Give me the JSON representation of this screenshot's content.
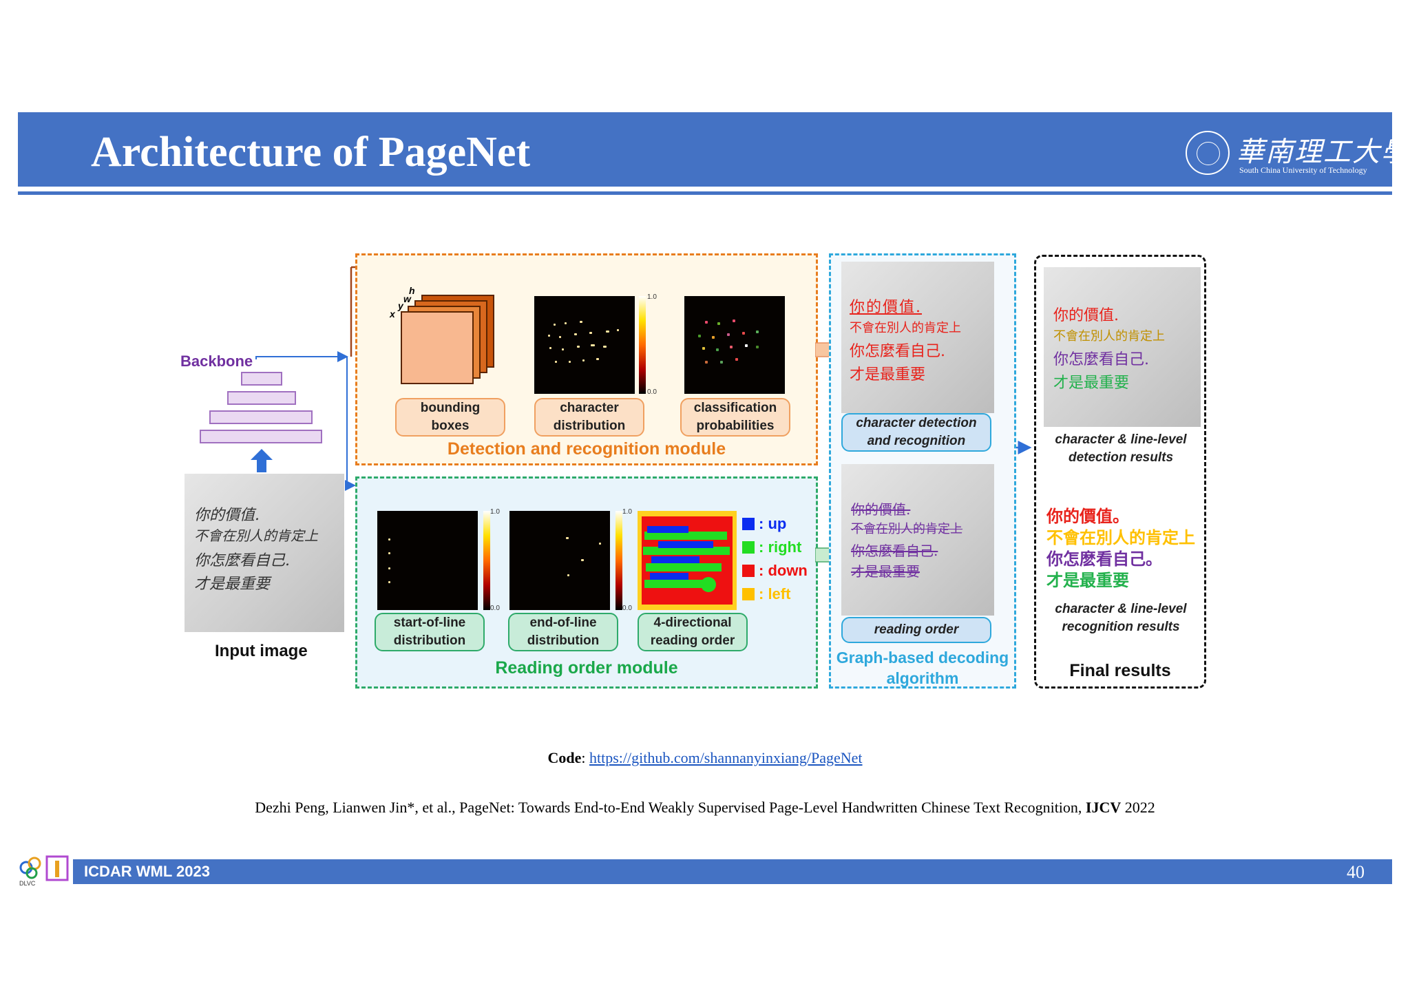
{
  "header": {
    "title": "Architecture of PageNet",
    "university_cn": "華南理工大學",
    "university_en": "South China University of Technology"
  },
  "diagram": {
    "backbone_label": "Backbone",
    "input_label": "Input image",
    "input_text_lines": [
      "你的價值.",
      "不會在別人的肯定上",
      "你怎麼看自己.",
      "才是最重要"
    ],
    "detection_module": {
      "label": "Detection and recognition module",
      "axes": [
        "h",
        "w",
        "y",
        "x"
      ],
      "captions": [
        [
          "bounding",
          "boxes"
        ],
        [
          "character",
          "distribution"
        ],
        [
          "classification",
          "probabilities"
        ]
      ],
      "colorbar": [
        "1.0",
        "0.0"
      ]
    },
    "reading_module": {
      "label": "Reading order module",
      "captions": [
        [
          "start-of-line",
          "distribution"
        ],
        [
          "end-of-line",
          "distribution"
        ],
        [
          "4-directional",
          "reading order"
        ]
      ],
      "colorbar": [
        "1.0",
        "0.0"
      ],
      "legend": [
        {
          "text": ": up",
          "color": "#0a2cf0"
        },
        {
          "text": ": right",
          "color": "#22dd22"
        },
        {
          "text": ": down",
          "color": "#ee1111"
        },
        {
          "text": ": left",
          "color": "#ffc000"
        }
      ]
    },
    "decoding": {
      "label_line1": "Graph-based decoding",
      "label_line2": "algorithm",
      "captions": [
        [
          "character detection",
          "and recognition"
        ],
        [
          "reading order"
        ]
      ]
    },
    "final": {
      "label": "Final results",
      "detection_caption": [
        "character & line-level",
        "detection results"
      ],
      "recognition_caption": [
        "character & line-level",
        "recognition results"
      ],
      "recognized_lines": [
        {
          "text": "你的價值。",
          "color": "#e8231c"
        },
        {
          "text": "不會在別人的肯定上",
          "color": "#ffc000"
        },
        {
          "text": "你怎麽看自己。",
          "color": "#7030a0"
        },
        {
          "text": "才是最重要",
          "color": "#22b14c"
        }
      ]
    }
  },
  "footer": {
    "code_prefix": "Code",
    "code_sep": ": ",
    "code_url": "https://github.com/shannanyinxiang/PageNet",
    "reference_main": "Dezhi Peng, Lianwen Jin*, et al., PageNet: Towards End-to-End Weakly Supervised Page-Level Handwritten Chinese Text Recognition, ",
    "reference_venue": "IJCV",
    "reference_year": "  2022",
    "conference": "ICDAR WML 2023",
    "lab_logo_text": "DLVC",
    "page_number": "40"
  },
  "colors": {
    "header_blue": "#4472c4",
    "detection_border": "#e87d1e",
    "reading_border": "#2eaa6a",
    "decoding_border": "#2ea8dc",
    "backbone_purple": "#7030a0"
  }
}
